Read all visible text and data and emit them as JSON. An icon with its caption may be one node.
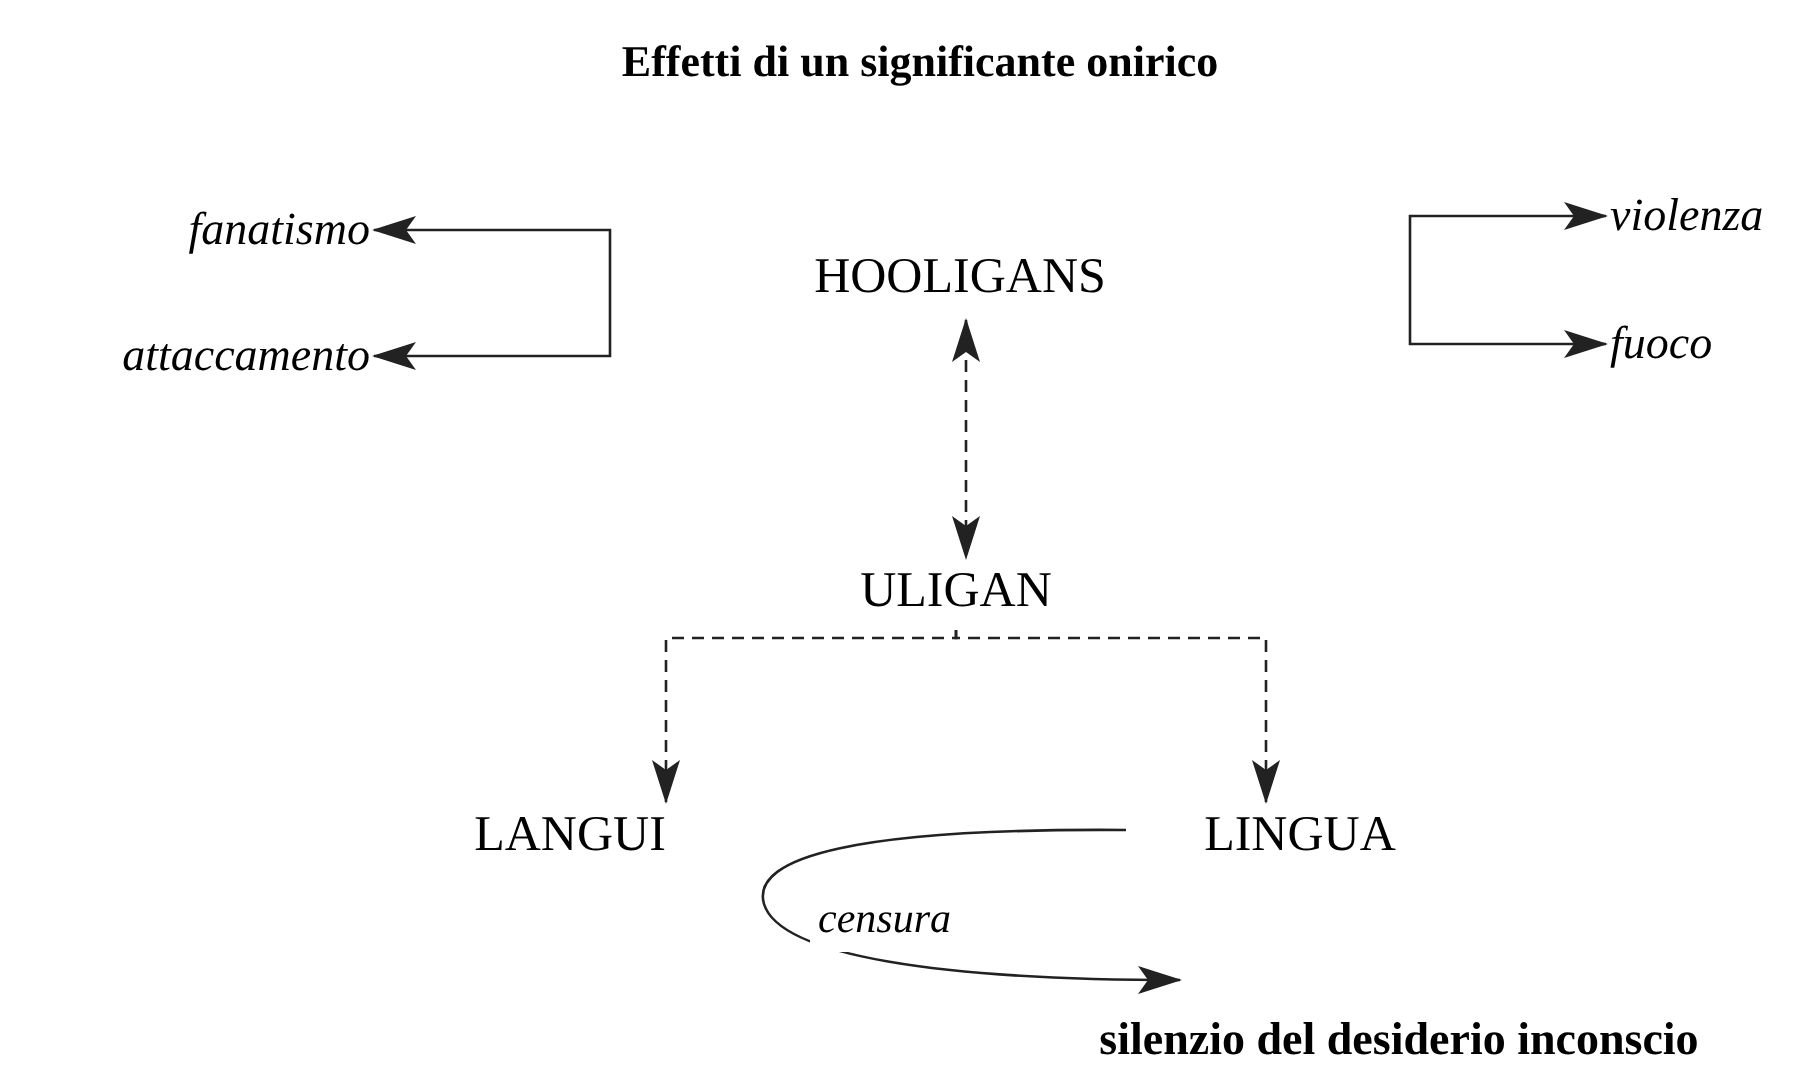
{
  "diagram": {
    "title": "Effetti di un significante onirico",
    "nodes": [
      {
        "text": [
          "fanatismo"
        ]
      },
      {
        "text": [
          "attaccamento"
        ]
      },
      {
        "text": [
          "HOOLIGANS"
        ]
      },
      {
        "text": [
          "violenza"
        ]
      },
      {
        "text": [
          "fuoco"
        ]
      },
      {
        "text": [
          "ULIGAN"
        ]
      },
      {
        "text": [
          "LANGUI"
        ]
      },
      {
        "text": [
          "LINGUA"
        ]
      },
      {
        "text": [
          "silenzio del desiderio inconscio"
        ]
      }
    ],
    "edges": [
      {
        "from": null,
        "to": 0,
        "arrow": "to"
      },
      {
        "from": null,
        "to": 1,
        "arrow": "to"
      },
      {
        "from": null,
        "to": 3,
        "arrow": "to"
      },
      {
        "from": null,
        "to": 4,
        "arrow": "to"
      },
      {
        "from": 2,
        "to": 5,
        "arrow": "both",
        "style": "dashed"
      },
      {
        "from": 5,
        "to": 6,
        "arrow": "to",
        "style": "dashed"
      },
      {
        "from": 5,
        "to": 7,
        "arrow": "to",
        "style": "dashed"
      },
      {
        "from": 7,
        "to": 8,
        "arrow": "to",
        "label": "censura"
      }
    ]
  }
}
